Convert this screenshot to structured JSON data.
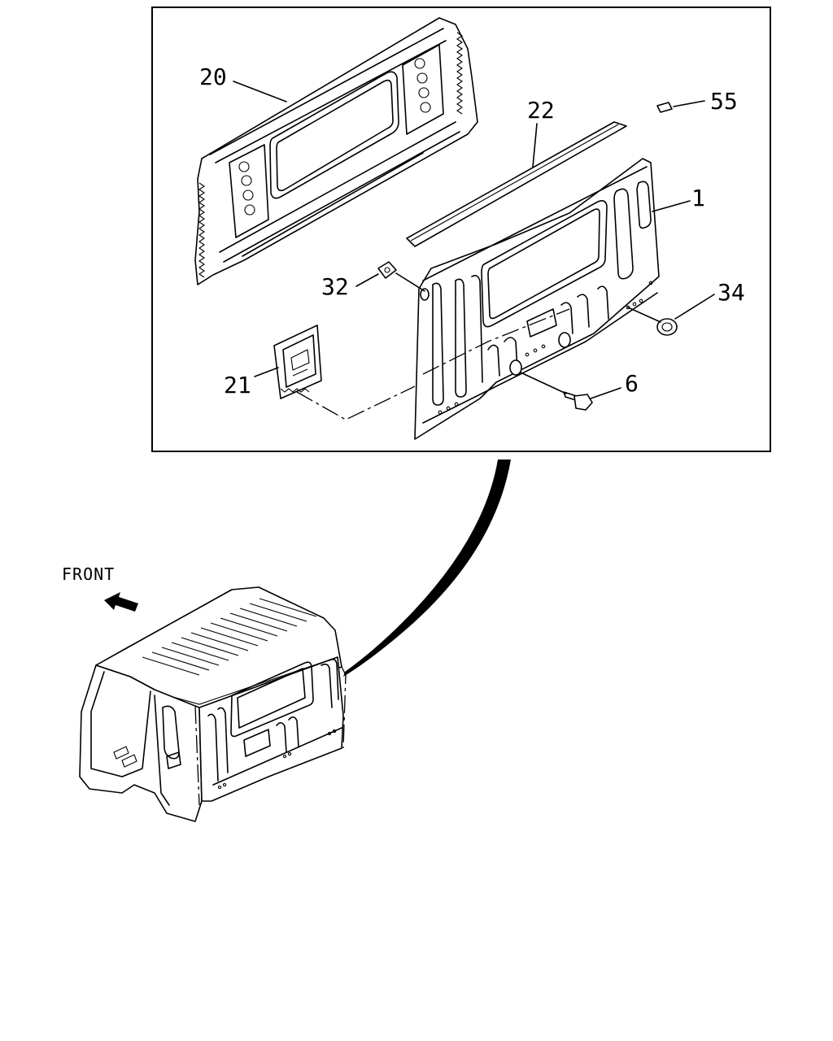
{
  "callouts": {
    "c20": "20",
    "c22": "22",
    "c55": "55",
    "c1": "1",
    "c32": "32",
    "c34": "34",
    "c21": "21",
    "c6": "6"
  },
  "direction_label": "FRONT"
}
